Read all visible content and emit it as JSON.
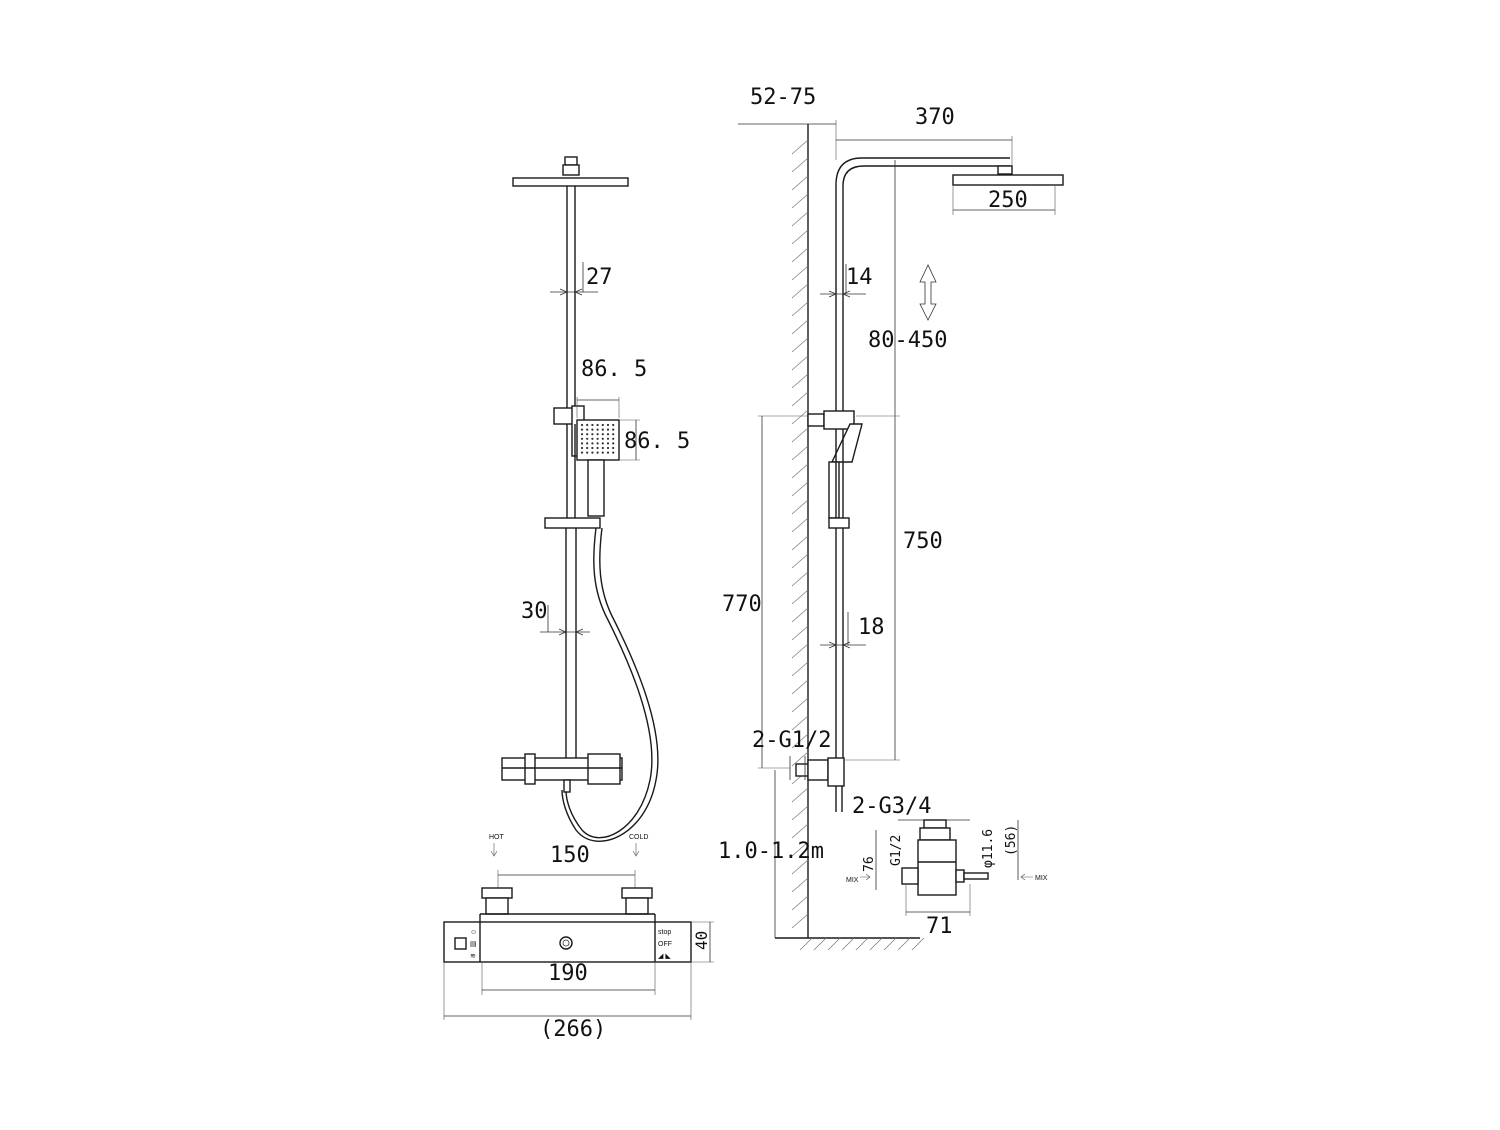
{
  "front_view": {
    "pipe_diameter_top": "27",
    "hand_shower_width": "86. 5",
    "hand_shower_height": "86. 5",
    "pipe_diameter_bottom": "30",
    "inlet_spacing": "150",
    "hot_label": "HOT",
    "cold_label": "COLD",
    "mixer_body_width": "190",
    "mixer_overall_width": "(266)",
    "mixer_depth": "40",
    "control_left_labels": [
      "☺",
      "▤",
      "≋"
    ],
    "control_right_labels": [
      "stop",
      "OFF",
      "◢ ◣"
    ]
  },
  "side_view": {
    "wall_distance": "52-75",
    "arm_projection": "370",
    "head_diameter": "250",
    "upper_pipe": "14",
    "height_adjust": "80-450",
    "rail_length": "750",
    "total_height": "770",
    "lower_pipe": "18",
    "inlet_thread": "2-G1/2",
    "install_height": "1.0-1.2m"
  },
  "connector_detail": {
    "outlet_thread": "2-G3/4",
    "thread_g12": "G1/2",
    "body_height": "76",
    "outlet_diameter": "φ11.6",
    "offset": "(56)",
    "width": "71",
    "mix_left": "MIX",
    "mix_right": "MIX"
  }
}
